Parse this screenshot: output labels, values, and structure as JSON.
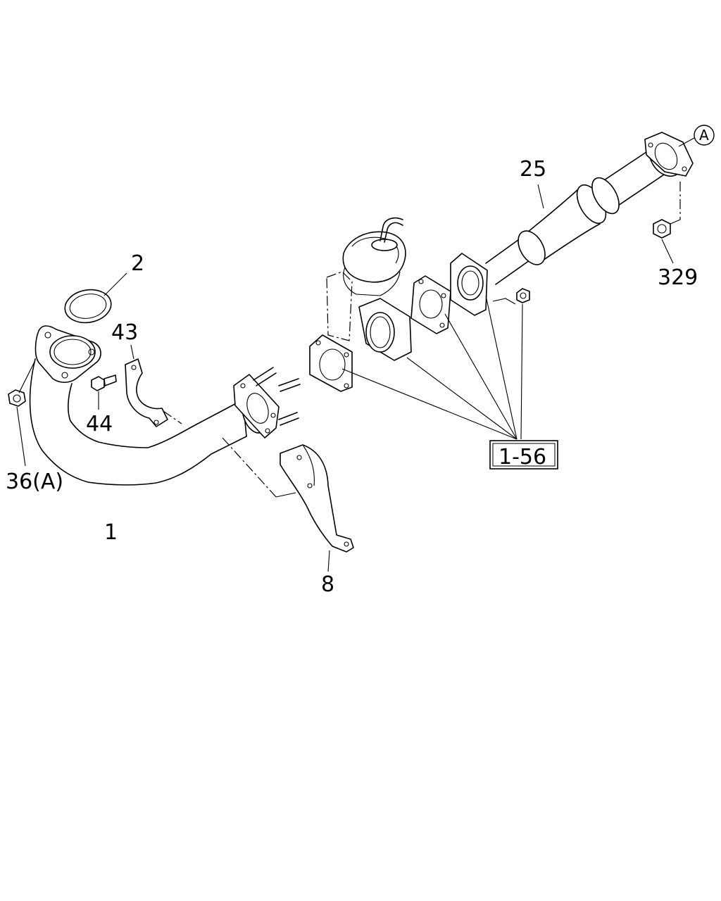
{
  "callouts": {
    "part_1": "1",
    "part_2": "2",
    "part_8": "8",
    "part_25": "25",
    "part_36a": "36(A)",
    "part_43": "43",
    "part_44": "44",
    "part_329": "329",
    "ref_1_56": "1-56",
    "view_a": "A"
  }
}
